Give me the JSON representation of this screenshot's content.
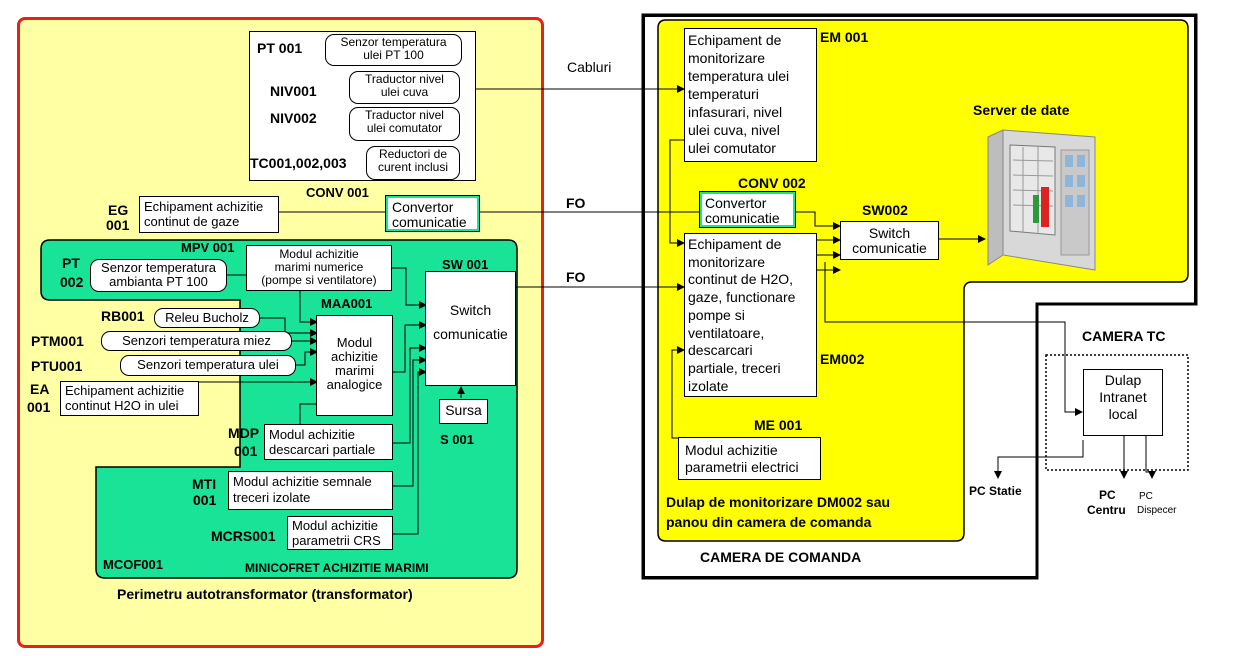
{
  "left_area": {
    "label": "Perimetru autotransformator (transformator)",
    "border_color": "#e8201a",
    "fill_color": "#ffffa4"
  },
  "minicofret": {
    "label": "MINICOFRET ACHIZITIE MARIMI",
    "code": "MCOF001",
    "fill_color": "#19e397"
  },
  "sensor_panel": {
    "rows": [
      {
        "code": "PT 001",
        "label_line1": "Senzor temperatura",
        "label_line2": "ulei PT 100"
      },
      {
        "code": "NIV001",
        "label_line1": "Traductor  nivel",
        "label_line2": "ulei cuva"
      },
      {
        "code": "NIV002",
        "label_line1": "Traductor nivel",
        "label_line2": "ulei comutator"
      },
      {
        "code": "TC001,002,003",
        "label_line1": "Reductori de",
        "label_line2": "curent inclusi"
      }
    ],
    "conv_label": "CONV 001"
  },
  "eg001": {
    "code_line1": "EG",
    "code_line2": "001",
    "line1": "Echipament achizitie",
    "line2": "continut de gaze"
  },
  "convertor001": {
    "line1": "Convertor",
    "line2": "comunicatie"
  },
  "mpv001": {
    "code": "MPV 001",
    "line1": "Modul achizitie",
    "line2": "marimi numerice",
    "line3": "(pompe si ventilatore)"
  },
  "pt002": {
    "code_line1": "PT",
    "code_line2": "002",
    "line1": "Senzor temperatura",
    "line2": "ambianta  PT 100"
  },
  "rb001": {
    "code": "RB001",
    "label": "Releu Bucholz"
  },
  "ptm001": {
    "code": "PTM001",
    "label": "Senzori temperatura miez"
  },
  "ptu001": {
    "code": "PTU001",
    "label": "Senzori temperatura ulei"
  },
  "ea001": {
    "code_line1": "EA",
    "code_line2": "001",
    "line1": "Echipament achizitie",
    "line2": "continut H2O in ulei"
  },
  "maa001": {
    "code": "MAA001",
    "line1": "Modul",
    "line2": "achizitie",
    "line3": "marimi",
    "line4": "analogice"
  },
  "sw001": {
    "code": "SW 001",
    "line1": "Switch",
    "line2": "comunicatie"
  },
  "sursa": {
    "label": "Sursa",
    "code": "S 001"
  },
  "mdp001": {
    "code_line1": "MDP",
    "code_line2": "001",
    "line1": "Modul achizitie",
    "line2": "descarcari partiale"
  },
  "mti001": {
    "code_line1": "MTI",
    "code_line2": "001",
    "line1": "Modul achizitie semnale",
    "line2": "treceri izolate"
  },
  "mcrs001": {
    "code": "MCRS001",
    "line1": "Modul achizitie",
    "line2": "parametrii CRS"
  },
  "links": {
    "cabluri": "Cabluri",
    "fo_top": "FO",
    "fo_bottom": "FO"
  },
  "control_room": {
    "label": "CAMERA DE COMANDA",
    "cabinet_fill": "#ffff00",
    "cabinet_line1": "Dulap de monitorizare DM002 sau",
    "cabinet_line2": "panou din camera de comanda"
  },
  "em001": {
    "code": "EM 001",
    "lines": [
      "Echipament de",
      "monitorizare",
      "temperatura ulei",
      "temperaturi",
      "infasurari, nivel",
      "ulei cuva, nivel",
      "ulei comutator"
    ]
  },
  "conv002": {
    "code": "CONV 002",
    "line1": "Convertor",
    "line2": "comunicatie"
  },
  "em002": {
    "code": "EM002",
    "lines": [
      "Echipament de",
      "monitorizare",
      "continut de H2O,",
      "gaze, functionare",
      "pompe si",
      "ventilatoare,",
      "descarcari",
      "partiale, treceri",
      "izolate"
    ]
  },
  "sw002": {
    "code": "SW002",
    "line1": "Switch",
    "line2": "comunicatie"
  },
  "server": {
    "label": "Server de date"
  },
  "me001": {
    "code": "ME 001",
    "line1": "Modul achizitie",
    "line2": "parametrii electrici"
  },
  "camera_tc": {
    "label": "CAMERA TC",
    "dulap_line1": "Dulap",
    "dulap_line2": "Intranet",
    "dulap_line3": "local",
    "pc_statie": "PC Statie",
    "pc_centru_line1": "PC",
    "pc_centru_line2": "Centru",
    "pc_dispecer_line1": "PC",
    "pc_dispecer_line2": "Dispecer"
  }
}
